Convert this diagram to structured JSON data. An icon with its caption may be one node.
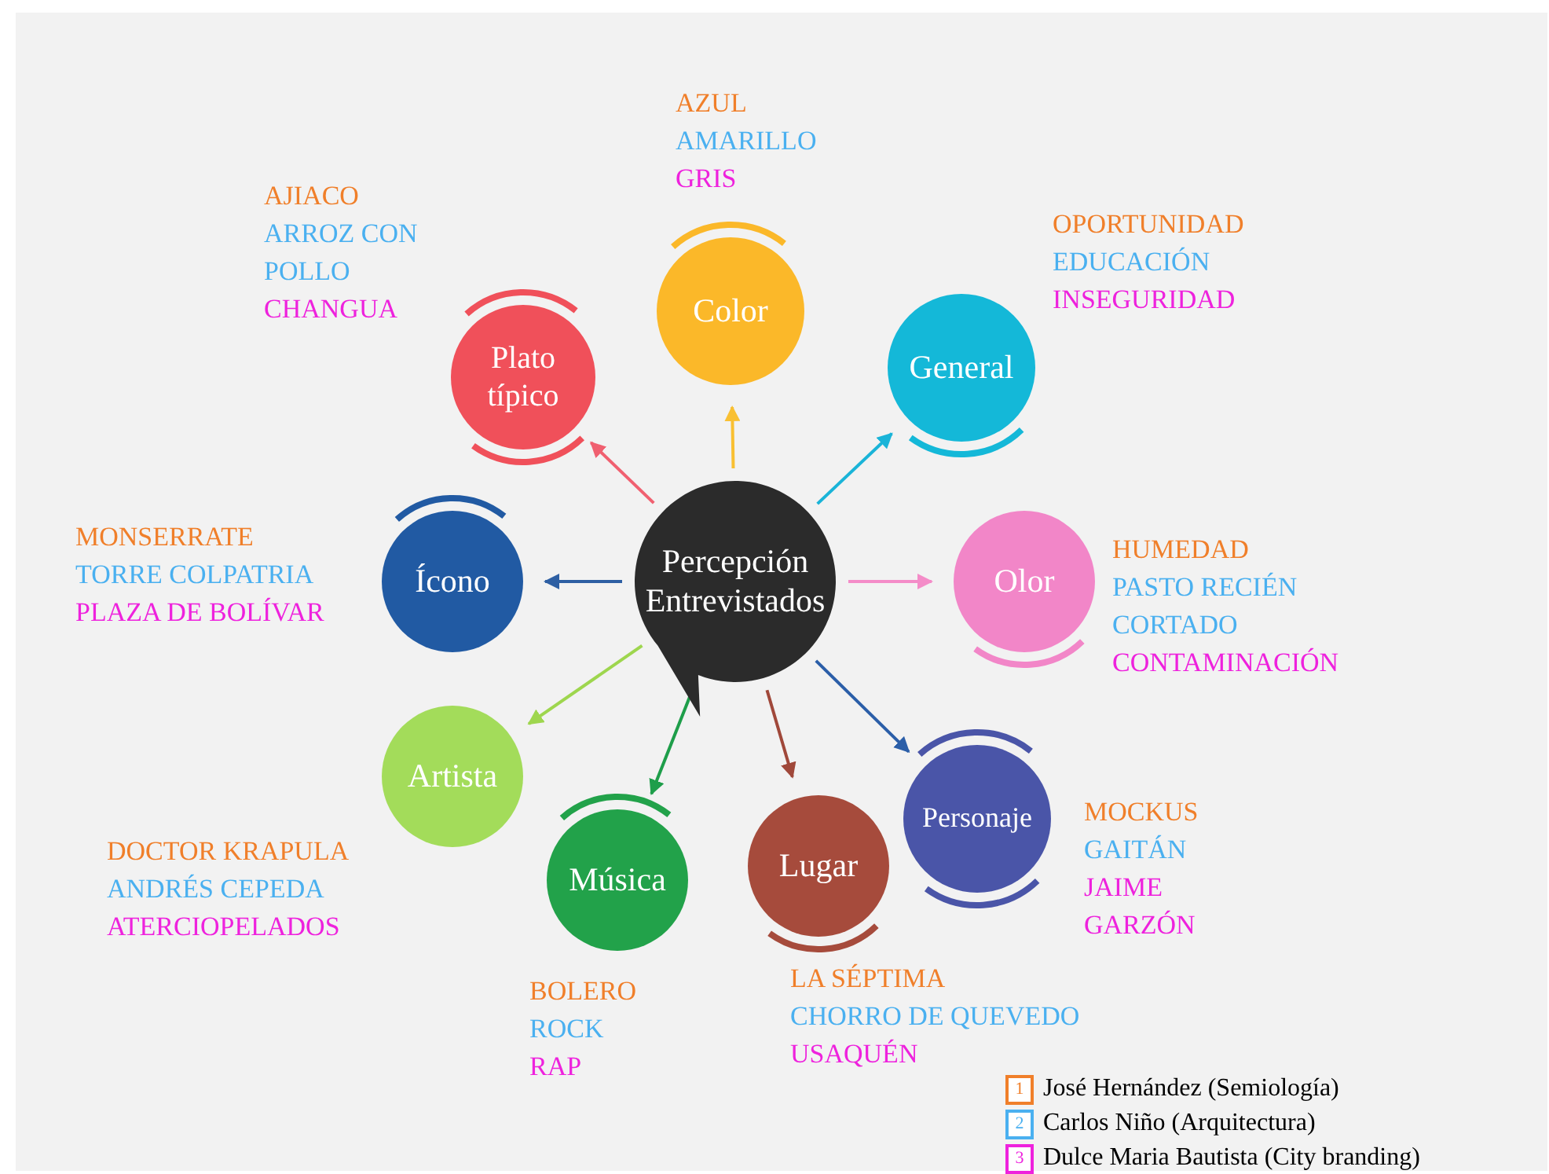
{
  "diagram": {
    "nodes": [
      {
        "text": [
          "Percepción Entrevistados"
        ]
      },
      {
        "text": [
          "Color"
        ],
        "beside": [
          "AZUL",
          "AMARILLO",
          "GRIS"
        ]
      },
      {
        "text": [
          "General"
        ],
        "beside": [
          "OPORTUNIDAD",
          "EDUCACIÓN",
          "INSEGURIDAD"
        ]
      },
      {
        "text": [
          "Olor"
        ],
        "beside": [
          "HUMEDAD",
          "PASTO RECIÉN CORTADO",
          "CONTAMINACIÓN"
        ]
      },
      {
        "text": [
          "Personaje"
        ],
        "beside": [
          "MOCKUS",
          "GAITÁN",
          "JAIME GARZÓN"
        ]
      },
      {
        "text": [
          "Lugar"
        ],
        "beside": [
          "LA SÉPTIMA",
          "CHORRO DE QUEVEDO",
          "USAQUÉN"
        ]
      },
      {
        "text": [
          "Música"
        ],
        "beside": [
          "BOLERO",
          "ROCK",
          "RAP"
        ]
      },
      {
        "text": [
          "Artista"
        ],
        "beside": [
          "DOCTOR KRAPULA",
          "ANDRÉS CEPEDA",
          "ATERCIOPELADOS"
        ]
      },
      {
        "text": [
          "Ícono"
        ],
        "beside": [
          "MONSERRATE",
          "TORRE COLPATRIA",
          "PLAZA DE BOLÍVAR"
        ]
      },
      {
        "text": [
          "Plato típico"
        ],
        "beside": [
          "AJIACO",
          "ARROZ CON POLLO",
          "CHANGUA"
        ]
      }
    ],
    "edges": [
      {
        "from": 0,
        "to": 1,
        "arrow": "to",
        "color": "#f9c032"
      },
      {
        "from": 0,
        "to": 2,
        "arrow": "to",
        "color": "#1ab4d8"
      },
      {
        "from": 0,
        "to": 3,
        "arrow": "to",
        "color": "#f48cc8"
      },
      {
        "from": 0,
        "to": 4,
        "arrow": "to",
        "color": "#2b5ea8"
      },
      {
        "from": 0,
        "to": 5,
        "arrow": "to",
        "color": "#a0483a"
      },
      {
        "from": 0,
        "to": 6,
        "arrow": "to",
        "color": "#1e9e4a"
      },
      {
        "from": 0,
        "to": 7,
        "arrow": "to",
        "color": "#9ed64e"
      },
      {
        "from": 0,
        "to": 8,
        "arrow": "to",
        "color": "#2e5fa3"
      },
      {
        "from": 0,
        "to": 9,
        "arrow": "to",
        "color": "#f06070"
      }
    ],
    "labels": [
      "1",
      "2",
      "3"
    ],
    "legend": [
      {
        "text": "José Hernández (Semiología)",
        "color": "#f07f2a"
      },
      {
        "text": "Carlos Niño (Arquitectura)",
        "color": "#4ab0f0"
      },
      {
        "text": "Dulce Maria Bautista (City branding)",
        "color": "#ee22dd"
      }
    ]
  }
}
